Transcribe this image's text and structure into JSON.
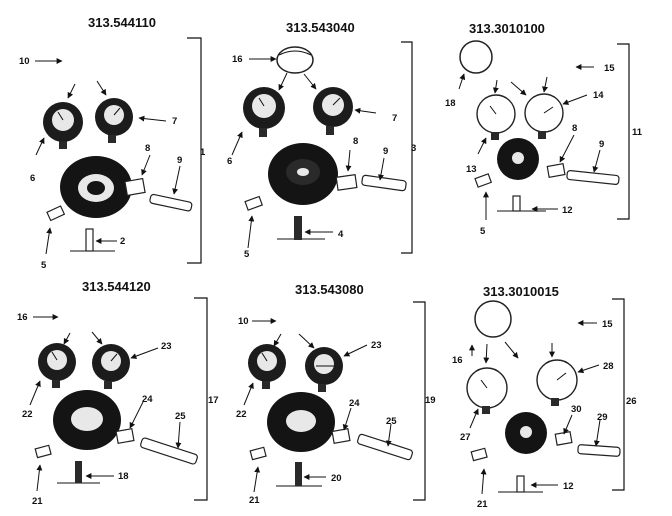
{
  "panels": [
    {
      "id": "p1",
      "model": "313.544110",
      "bracket_label": "1",
      "part_labels": [
        "10",
        "7",
        "6",
        "8",
        "9",
        "5",
        "2"
      ]
    },
    {
      "id": "p2",
      "model": "313.543040",
      "bracket_label": "3",
      "part_labels": [
        "16",
        "7",
        "6",
        "8",
        "9",
        "5",
        "4"
      ]
    },
    {
      "id": "p3",
      "model": "313.3010100",
      "bracket_label": "11",
      "part_labels": [
        "15",
        "18",
        "14",
        "8",
        "13",
        "9",
        "12",
        "5"
      ]
    },
    {
      "id": "p4",
      "model": "313.544120",
      "bracket_label": "17",
      "part_labels": [
        "16",
        "23",
        "22",
        "24",
        "25",
        "18",
        "21"
      ]
    },
    {
      "id": "p5",
      "model": "313.543080",
      "bracket_label": "19",
      "part_labels": [
        "10",
        "23",
        "22",
        "24",
        "25",
        "20",
        "21"
      ]
    },
    {
      "id": "p6",
      "model": "313.3010015",
      "bracket_label": "26",
      "part_labels": [
        "15",
        "16",
        "28",
        "30",
        "29",
        "27",
        "12",
        "21"
      ]
    }
  ]
}
